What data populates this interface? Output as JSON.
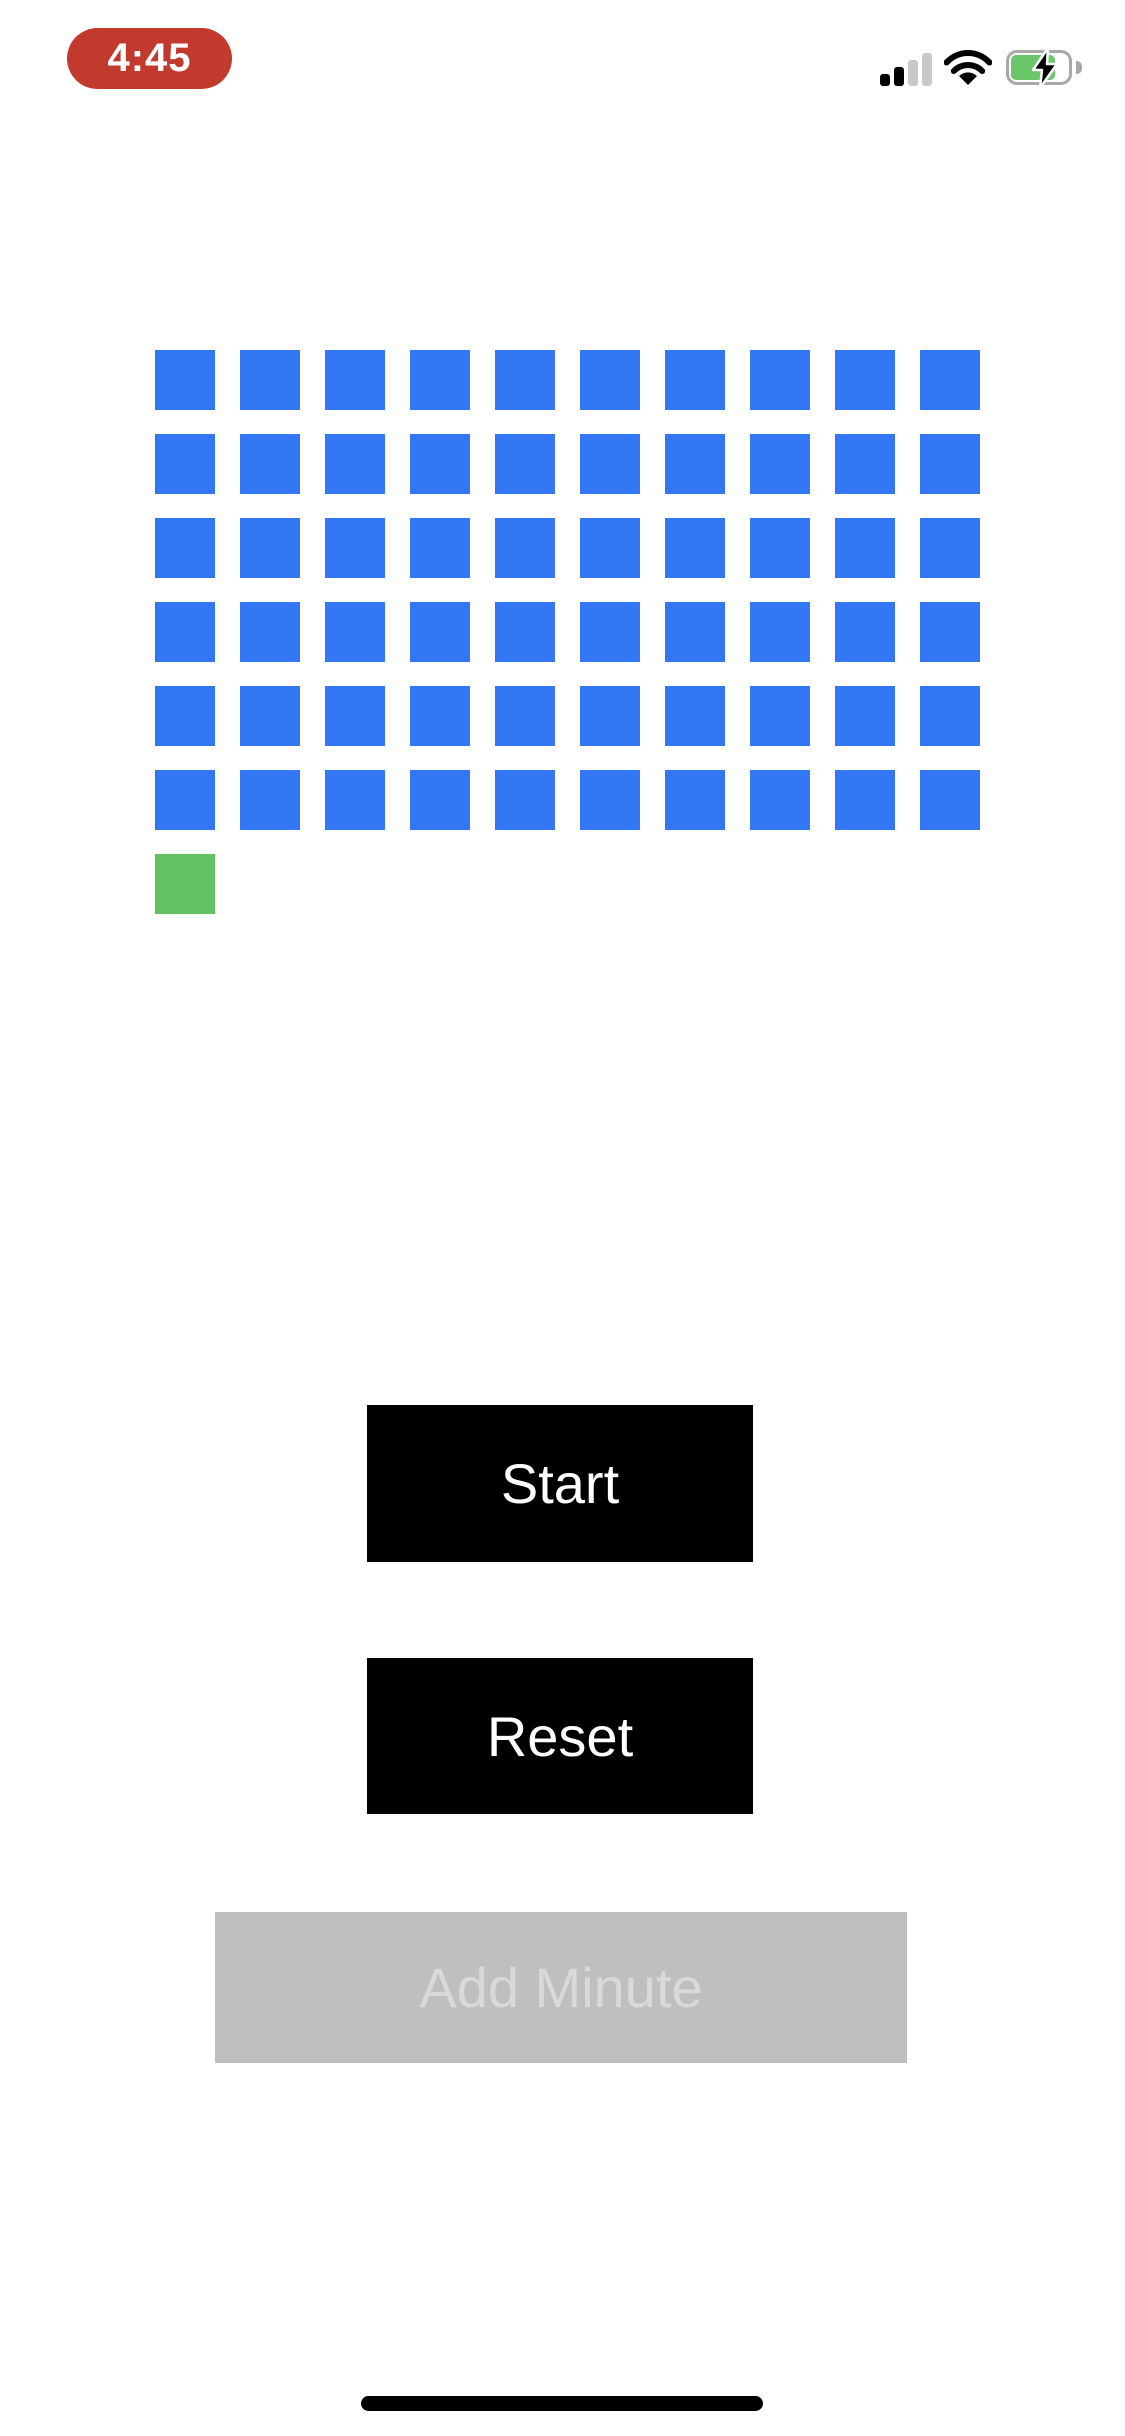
{
  "status_bar": {
    "time": "4:45",
    "time_pill_color": "#C13A2D",
    "time_text_color": "#FFFFFF",
    "cellular": {
      "bars_total": 4,
      "bars_active": 2,
      "active_color": "#000000",
      "inactive_color": "#C9C9C9",
      "bar_heights": [
        12,
        19,
        26,
        33
      ]
    },
    "wifi": {
      "color": "#000000",
      "strength": "full"
    },
    "battery": {
      "charging": true,
      "level_color": "#6BC66B",
      "outline_color": "#A8A8A8",
      "bolt_color": "#000000"
    }
  },
  "timer_grid": {
    "columns": 10,
    "total_squares": 61,
    "remaining_squares": 60,
    "elapsed_squares": 1,
    "remaining_color": "#3377F5",
    "elapsed_color": "#62C162"
  },
  "buttons": {
    "start": {
      "label": "Start",
      "background": "#000000",
      "text_color": "#FFFFFF",
      "enabled": true
    },
    "reset": {
      "label": "Reset",
      "background": "#000000",
      "text_color": "#FFFFFF",
      "enabled": true
    },
    "add_minute": {
      "label": "Add Minute",
      "background": "#BFBFBF",
      "text_color": "#D9D9D9",
      "enabled": false
    }
  },
  "home_indicator": {
    "color": "#000000"
  }
}
